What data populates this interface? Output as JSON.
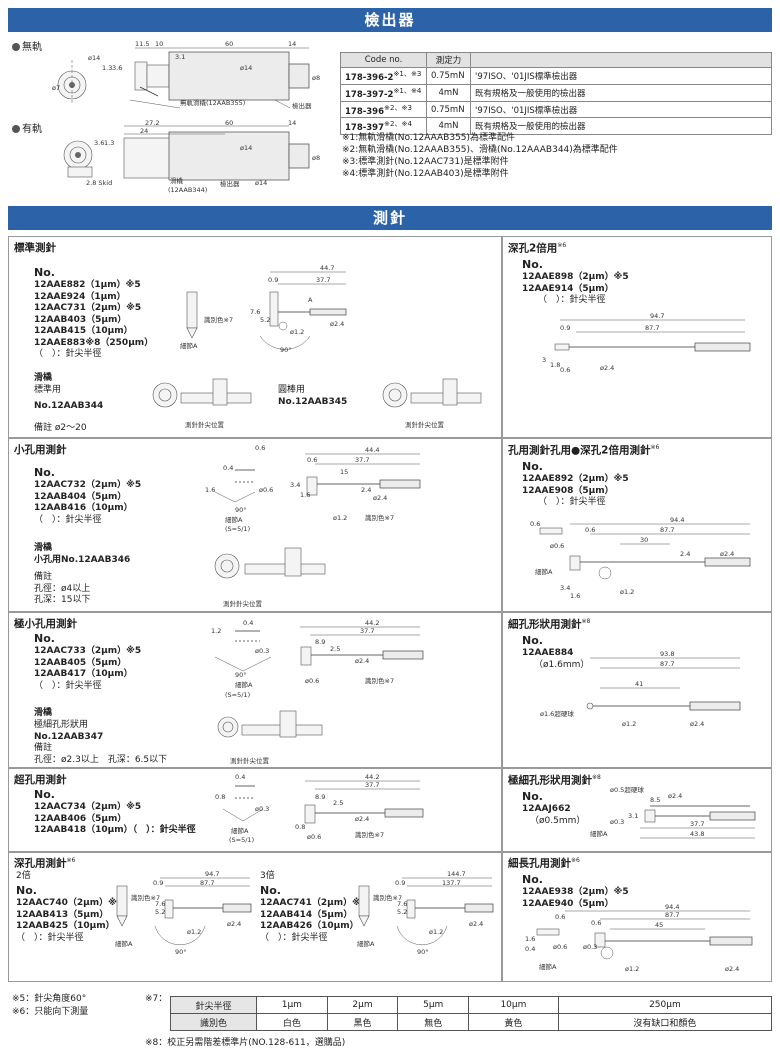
{
  "banners": {
    "detector": "檢出器",
    "stylus": "測針"
  },
  "detector": {
    "no_rail": {
      "label": "無軌",
      "slider": "無軌滑橇(12AAB355)",
      "unit": "檢出器",
      "dims": [
        "11.5",
        "10",
        "60",
        "14",
        "3.1",
        "ø14",
        "ø8",
        "ø7",
        "ø14",
        "1.3",
        "3.6"
      ]
    },
    "rail": {
      "label": "有軌",
      "slider": "滑橇",
      "slider_no": "(12AAB344)",
      "unit": "檢出器",
      "skid": "2.8 Skid",
      "dims": [
        "27.2",
        "24",
        "60",
        "14",
        "ø14",
        "ø8",
        "ø14",
        "3.6",
        "1.3"
      ]
    },
    "table": {
      "headers": [
        "Code no.",
        "測定力",
        ""
      ],
      "rows": [
        [
          "178-396-2",
          "※1、※3",
          "0.75mN",
          "'97ISO、'01JIS標準檢出器"
        ],
        [
          "178-397-2",
          "※1、※4",
          "4mN",
          "既有規格及一般使用的檢出器"
        ],
        [
          "178-396",
          "※2、※3",
          "0.75mN",
          "'97ISO、'01JIS標準檢出器"
        ],
        [
          "178-397",
          "※2、※4",
          "4mN",
          "既有規格及一般使用的檢出器"
        ]
      ]
    },
    "notes": [
      "※1:無軌滑橇(No.12AAAB355)為標準配件",
      "※2:無軌滑橇(No.12AAAB355)、滑橇(No.12AAAB344)為標準配件",
      "※3:標準測針(No.12AAC731)是標準附件",
      "※4:標準測針(No.12AAB403)是標準附件"
    ]
  },
  "p1": {
    "title": "標準測針",
    "no": "No.",
    "items": [
      "12AAE882（1μm）※5",
      "12AAE924（1μm）",
      "12AAC731（2μm）※5",
      "12AAB403（5μm）",
      "12AAB415（10μm）",
      "12AAE883※8（250μm）",
      "（　）：針尖半徑"
    ],
    "dims": {
      "d1": "44.7",
      "d2": "0.9",
      "d3": "37.7",
      "d4": "7.6",
      "d5": "5.2",
      "d6": "ø1.2",
      "d7": "ø2.4",
      "ang": "90°",
      "color": "識別色※7",
      "detail": "細節A",
      "a": "A"
    },
    "slider_title": "滑橇",
    "slider_sub": "標準用",
    "slider_no": "No.12AAB344",
    "note": "備註 ø2～20",
    "round": "圓棒用",
    "round_no": "No.12AAB345",
    "pos": "測針針尖位置"
  },
  "p2": {
    "title": "深孔2倍用",
    "sup": "※6",
    "no": "No.",
    "items": [
      "12AAE898（2μm）※5",
      "12AAE914（5μm）",
      "（　）：針尖半徑"
    ],
    "dims": {
      "d1": "94.7",
      "d2": "0.9",
      "d3": "87.7",
      "d4": "3",
      "d5": "1.8",
      "d6": "0.6",
      "d7": "ø2.4"
    }
  },
  "p3": {
    "title": "小孔用測針",
    "no": "No.",
    "items": [
      "12AAC732（2μm）※5",
      "12AAB404（5μm）",
      "12AAB416（10μm）",
      "（　）：針尖半徑"
    ],
    "dims": {
      "d1": "0.6",
      "d2": "44.4",
      "d3": "0.6",
      "d4": "37.7",
      "d5": "15",
      "d6": "0.4",
      "d7": "1.6",
      "d8": "ø0.6",
      "d9": "3.4",
      "d10": "1.6",
      "d11": "ø1.2",
      "d12": "2.4",
      "d13": "ø2.4",
      "ang": "90°",
      "detail": "細節A",
      "s": "(S=5/1)",
      "color": "識別色※7"
    },
    "slider_title": "滑橇",
    "slider_no": "小孔用No.12AAB346",
    "note": [
      "備註",
      "孔徑：ø4以上",
      "孔深：15以下"
    ],
    "pos": "測針針尖位置"
  },
  "p4": {
    "title": "孔用測針孔用●深孔2倍用測針",
    "sup": "※6",
    "no": "No.",
    "items": [
      "12AAE892（2μm）※5",
      "12AAE908（5μm）",
      "（　）：針尖半徑"
    ],
    "dims": {
      "d1": "0.6",
      "d2": "94.4",
      "d3": "0.6",
      "d4": "87.7",
      "d5": "30",
      "d6": "ø0.6",
      "d7": "2.4",
      "d8": "ø2.4",
      "d9": "3.4",
      "d10": "1.6",
      "d11": "ø1.2",
      "detail": "細節A"
    }
  },
  "p5": {
    "title": "極小孔用測針",
    "no": "No.",
    "items": [
      "12AAC733（2μm）※5",
      "12AAB405（5μm）",
      "12AAB417（10μm）",
      "（　）：針尖半徑"
    ],
    "dims": {
      "d1": "0.4",
      "d2": "44.2",
      "d3": "37.7",
      "d4": "8.9",
      "d5": "2.5",
      "d6": "1.2",
      "d7": "ø0.3",
      "d8": "ø0.6",
      "d9": "ø2.4",
      "ang": "90°",
      "detail": "細節A",
      "s": "(S=5/1)",
      "color": "識別色※7"
    },
    "slider_title": "滑橇",
    "slider_sub": "極細孔形狀用",
    "slider_no": "No.12AAB347",
    "note": [
      "備註",
      "孔徑：ø2.3以上　孔深：6.5以下"
    ],
    "pos": "測針針尖位置"
  },
  "p6": {
    "title": "細孔形狀用測針",
    "sup": "※8",
    "no": "No.",
    "items": [
      "12AAE884",
      "（ø1.6mm）"
    ],
    "dims": {
      "d1": "93.8",
      "d2": "87.7",
      "d3": "41",
      "d4": "ø1.6超硬球",
      "d5": "ø1.2",
      "d6": "ø2.4"
    }
  },
  "p7": {
    "title": "超孔用測針",
    "no": "No.",
    "items": [
      "12AAC734（2μm）※5",
      "12AAB406（5μm）",
      "12AAB418（10μm）（　）：針尖半徑"
    ],
    "dims": {
      "d1": "0.4",
      "d2": "44.2",
      "d3": "37.7",
      "d4": "8.9",
      "d5": "2.5",
      "d6": "0.8",
      "d7": "ø0.3",
      "d8": "ø0.6",
      "d9": "ø2.4",
      "d10": "0.8",
      "detail": "細節A",
      "s": "(S=5/1)",
      "color": "識別色※7"
    }
  },
  "p8": {
    "title": "極細孔形狀用測針",
    "sup": "※8",
    "no": "No.",
    "items": [
      "12AAJ662",
      "（ø0.5mm）"
    ],
    "dims": {
      "d1": "ø0.5超硬球",
      "d2": "8.5",
      "d3": "ø2.4",
      "d4": "3.1",
      "d5": "ø0.3",
      "d6": "37.7",
      "d7": "43.8",
      "detail": "細節A"
    }
  },
  "p9": {
    "title": "深孔用測針",
    "sup": "※6",
    "left": {
      "title": "2倍",
      "no": "No.",
      "items": [
        "12AAC740（2μm）※5",
        "12AAB413（5μm）",
        "12AAB425（10μm）",
        "（　）：針尖半徑"
      ],
      "dims": {
        "d1": "94.7",
        "d2": "0.9",
        "d3": "87.7",
        "d4": "7.6",
        "d5": "5.2",
        "d6": "ø1.2",
        "d7": "ø2.4",
        "ang": "90°",
        "color": "識別色※7",
        "detail": "細節A"
      }
    },
    "right": {
      "title": "3倍",
      "no": "No.",
      "items": [
        "12AAC741（2μm）※5",
        "12AAB414（5μm）",
        "12AAB426（10μm）",
        "（　）：針尖半徑"
      ],
      "dims": {
        "d1": "144.7",
        "d2": "0.9",
        "d3": "137.7",
        "d4": "7.6",
        "d5": "5.2",
        "d6": "ø1.2",
        "d7": "ø2.4",
        "ang": "90°",
        "color": "識別色※7",
        "detail": "細節A"
      }
    }
  },
  "p10": {
    "title": "細長孔用測針",
    "sup": "※6",
    "no": "No.",
    "items": [
      "12AAE938（2μm）※5",
      "12AAE940（5μm）"
    ],
    "dims": {
      "d1": "0.6",
      "d2": "94.4",
      "d3": "0.6",
      "d4": "87.7",
      "d5": "45",
      "d6": "1.6",
      "d7": "0.4",
      "d8": "ø0.6",
      "d9": "ø0.3",
      "d10": "ø1.2",
      "d11": "ø2.4",
      "detail": "細節A"
    }
  },
  "footer": {
    "n5": "※5：針尖角度60°",
    "n6": "※6：只能向下測量",
    "n7": "※7：",
    "n8": "※8：校正另需階差標準片(NO.128-611，選購品)",
    "table": {
      "row1": [
        "針尖半徑",
        "1μm",
        "2μm",
        "5μm",
        "10μm",
        "250μm"
      ],
      "row2": [
        "識別色",
        "白色",
        "黑色",
        "無色",
        "黃色",
        "沒有缺口和顏色"
      ]
    }
  }
}
